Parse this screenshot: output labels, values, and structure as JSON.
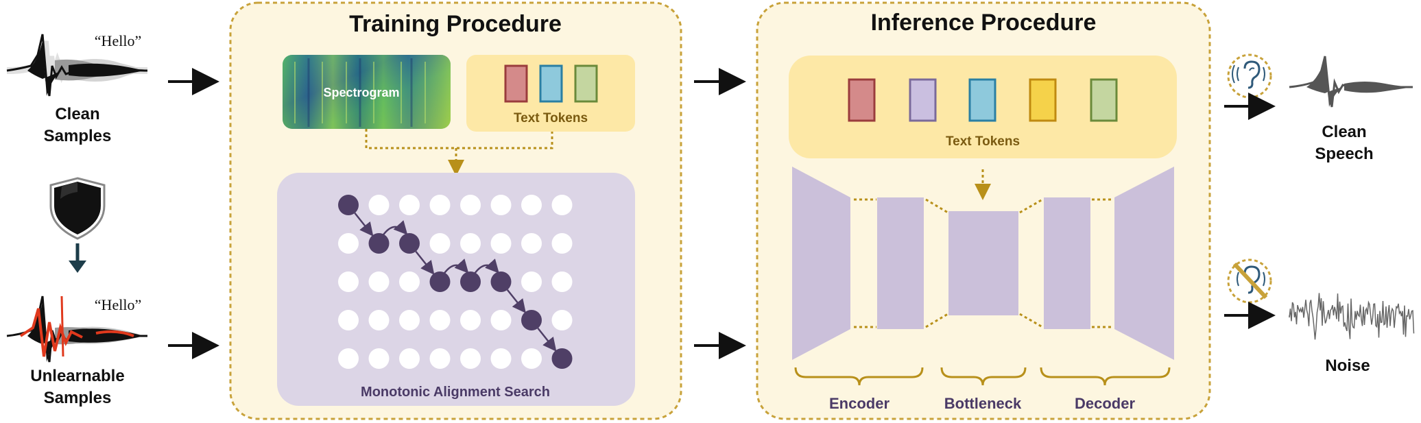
{
  "left": {
    "clean_quote": "“Hello”",
    "clean_label_1": "Clean",
    "clean_label_2": "Samples",
    "unlearnable_quote": "“Hello”",
    "unlearnable_label_1": "Unlearnable",
    "unlearnable_label_2": "Samples"
  },
  "training": {
    "title": "Training Procedure",
    "spectrogram_label": "Spectrogram",
    "text_tokens_label": "Text Tokens",
    "mas_label": "Monotonic Alignment Search",
    "token_colors": [
      "#d48a8a",
      "#8ec9dc",
      "#c4d6a0"
    ],
    "grid_rows": 5,
    "grid_cols": 8,
    "alignment_path": [
      [
        0,
        0
      ],
      [
        1,
        1
      ],
      [
        1,
        2
      ],
      [
        2,
        3
      ],
      [
        2,
        4
      ],
      [
        2,
        5
      ],
      [
        3,
        6
      ],
      [
        4,
        7
      ]
    ]
  },
  "inference": {
    "title": "Inference Procedure",
    "text_tokens_label": "Text Tokens",
    "token_colors": [
      "#d48a8a",
      "#cabfe0",
      "#8ec9dc",
      "#f5d24a",
      "#c4d6a0"
    ],
    "encoder_label": "Encoder",
    "bottleneck_label": "Bottleneck",
    "decoder_label": "Decoder"
  },
  "right": {
    "clean_label_1": "Clean",
    "clean_label_2": "Speech",
    "noise_label": "Noise"
  },
  "colors": {
    "panel_fill": "#fdf6e0",
    "panel_border": "#c8a23a",
    "token_bar": "#fde8a6",
    "mas_fill": "#dcd5e6",
    "node_dark": "#4f3f66",
    "unet_fill": "#cbc0da",
    "label_purple": "#4a3a66",
    "shield": "#111111",
    "down_arrow": "#1d3d4a"
  }
}
